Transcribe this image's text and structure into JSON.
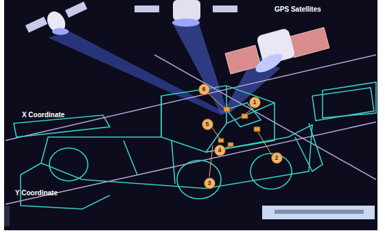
{
  "diagram": {
    "labels": [
      "GPS Satellites",
      "X Coordinate",
      "Y Coordinate",
      "1",
      "2",
      "3",
      "4",
      "5",
      "6"
    ]
  }
}
